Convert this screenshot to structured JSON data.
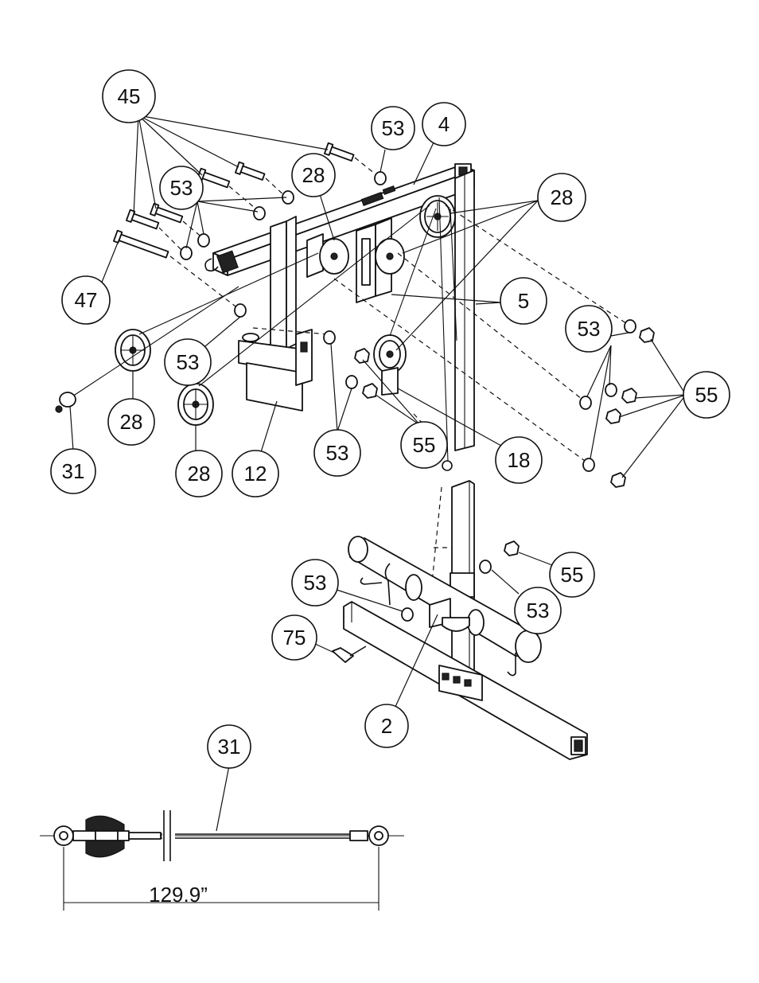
{
  "callouts": [
    {
      "id": "c45",
      "label": "45"
    },
    {
      "id": "c53a",
      "label": "53"
    },
    {
      "id": "c4",
      "label": "4"
    },
    {
      "id": "c28a",
      "label": "28"
    },
    {
      "id": "c53b",
      "label": "53"
    },
    {
      "id": "c28b",
      "label": "28"
    },
    {
      "id": "c47",
      "label": "47"
    },
    {
      "id": "c5",
      "label": "5"
    },
    {
      "id": "c53c",
      "label": "53"
    },
    {
      "id": "c53d",
      "label": "53"
    },
    {
      "id": "c55a",
      "label": "55"
    },
    {
      "id": "c28c",
      "label": "28"
    },
    {
      "id": "c31a",
      "label": "31"
    },
    {
      "id": "c28d",
      "label": "28"
    },
    {
      "id": "c12",
      "label": "12"
    },
    {
      "id": "c53e",
      "label": "53"
    },
    {
      "id": "c55b",
      "label": "55"
    },
    {
      "id": "c18",
      "label": "18"
    },
    {
      "id": "c55c",
      "label": "55"
    },
    {
      "id": "c53f",
      "label": "53"
    },
    {
      "id": "c53g",
      "label": "53"
    },
    {
      "id": "c75",
      "label": "75"
    },
    {
      "id": "c2",
      "label": "2"
    },
    {
      "id": "c31b",
      "label": "31"
    }
  ],
  "cable_length": "129.9”"
}
